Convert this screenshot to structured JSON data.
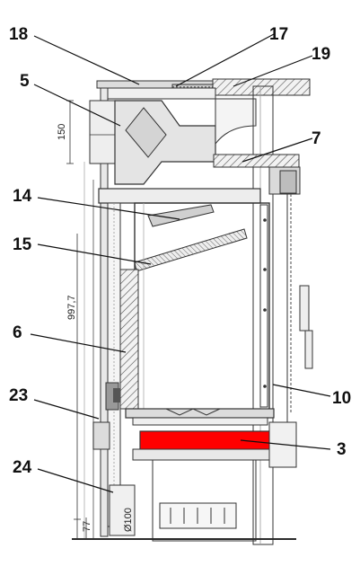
{
  "callouts": [
    {
      "id": "c18",
      "text": "18"
    },
    {
      "id": "c17",
      "text": "17"
    },
    {
      "id": "c19",
      "text": "19"
    },
    {
      "id": "c5",
      "text": "5"
    },
    {
      "id": "c7",
      "text": "7"
    },
    {
      "id": "c14",
      "text": "14"
    },
    {
      "id": "c15",
      "text": "15"
    },
    {
      "id": "c6",
      "text": "6"
    },
    {
      "id": "c10",
      "text": "10"
    },
    {
      "id": "c23",
      "text": "23"
    },
    {
      "id": "c3",
      "text": "3"
    },
    {
      "id": "c24",
      "text": "24"
    }
  ],
  "dimensions": {
    "height_150": "150",
    "height_997": "997,7",
    "pipe_diameter": "Ø100",
    "height_77": "77"
  },
  "colors": {
    "highlight_part": "#ff0000",
    "line": "#2b2b2b",
    "fill_light": "#e6e6e6",
    "fill_dark": "#9a9a9a"
  }
}
